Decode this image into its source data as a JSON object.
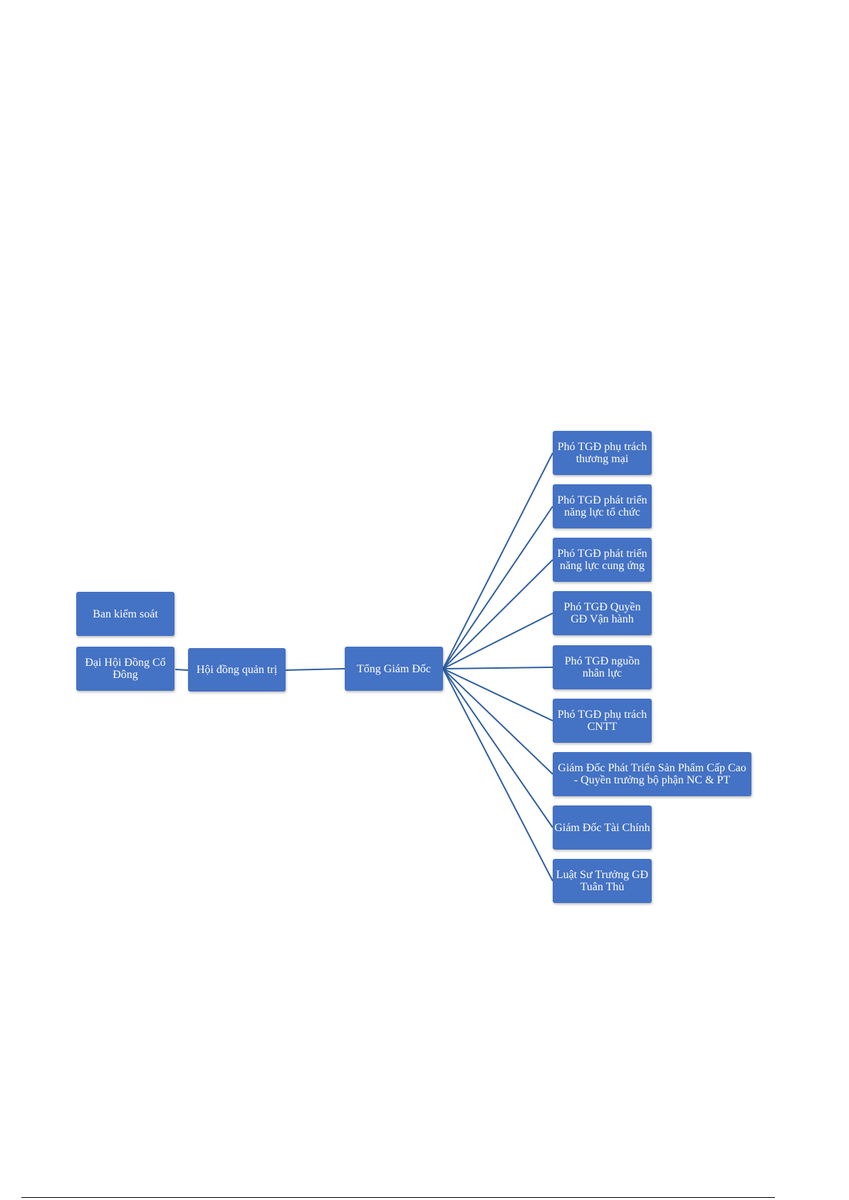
{
  "diagram": {
    "nodes": {
      "ban_kiem_soat": "Ban kiểm soát",
      "dai_hoi_dong_co_dong": "Đại Hội Đồng Cổ Đông",
      "hoi_dong_quan_tri": "Hội đồng quản trị",
      "tong_giam_doc": "Tổng Giám Đốc",
      "reports": [
        "Phó TGĐ phụ trách thương mại",
        "Phó TGĐ phát triển năng lực tổ chức",
        "Phó TGĐ phát triển năng lực cung ứng",
        "Phó TGĐ Quyền GĐ Vận hành",
        "Phó TGĐ nguồn nhân lực",
        "Phó TGĐ phụ trách CNTT",
        "Giám Đốc Phát Triển Sản Phẩm Cấp Cao - Quyền trưởng bộ phận NC & PT",
        "Giám Đốc Tài Chính",
        "Luật Sư Trưởng GĐ Tuân Thủ"
      ]
    },
    "edges": [
      [
        "dai_hoi_dong_co_dong",
        "hoi_dong_quan_tri"
      ],
      [
        "hoi_dong_quan_tri",
        "tong_giam_doc"
      ],
      [
        "tong_giam_doc",
        "reports.0"
      ],
      [
        "tong_giam_doc",
        "reports.1"
      ],
      [
        "tong_giam_doc",
        "reports.2"
      ],
      [
        "tong_giam_doc",
        "reports.3"
      ],
      [
        "tong_giam_doc",
        "reports.4"
      ],
      [
        "tong_giam_doc",
        "reports.5"
      ],
      [
        "tong_giam_doc",
        "reports.6"
      ],
      [
        "tong_giam_doc",
        "reports.7"
      ],
      [
        "tong_giam_doc",
        "reports.8"
      ]
    ],
    "colors": {
      "node_fill": "#4472c4",
      "node_text": "#ffffff",
      "connector": "#2f5f9e"
    }
  }
}
